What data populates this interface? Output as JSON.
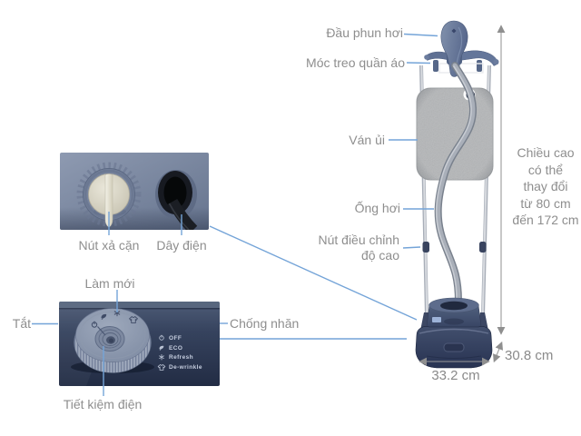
{
  "parts": {
    "steam_head": "Đầu phun hơi",
    "hanger_hook": "Móc treo quần áo",
    "ironing_board": "Ván ủi",
    "steam_hose": "Ống hơi",
    "height_adjust_knob": "Nút điều chỉnh độ cao"
  },
  "height_note_lines": [
    "Chiều cao",
    "có thể",
    "thay đổi",
    "từ 80 cm",
    "đến 172 cm"
  ],
  "dimensions": {
    "width": "33.2 cm",
    "depth": "30.8 cm"
  },
  "base_callout": {
    "drain_knob": "Nút xả cặn",
    "power_cord": "Dây điện"
  },
  "dial_callout": {
    "refresh": "Làm mới",
    "off": "Tắt",
    "energy_saving": "Tiết kiệm điện",
    "anti_wrinkle": "Chống nhăn",
    "legend": [
      {
        "icon": "power-off-icon",
        "label": "OFF"
      },
      {
        "icon": "eco-icon",
        "label": "ECO"
      },
      {
        "icon": "snowflake-icon",
        "label": "Refresh"
      },
      {
        "icon": "shirt-icon",
        "label": "De-wrinkle"
      }
    ]
  },
  "colors": {
    "leader_line": "#74a4d8",
    "label_text": "#8e8e8e",
    "dimension_text": "#8a8a8a",
    "body_blue": "#5f7093",
    "base_navy": "#323e58",
    "board_gray": "#b4b6b8",
    "knob_cream": "#d9d5c6"
  }
}
